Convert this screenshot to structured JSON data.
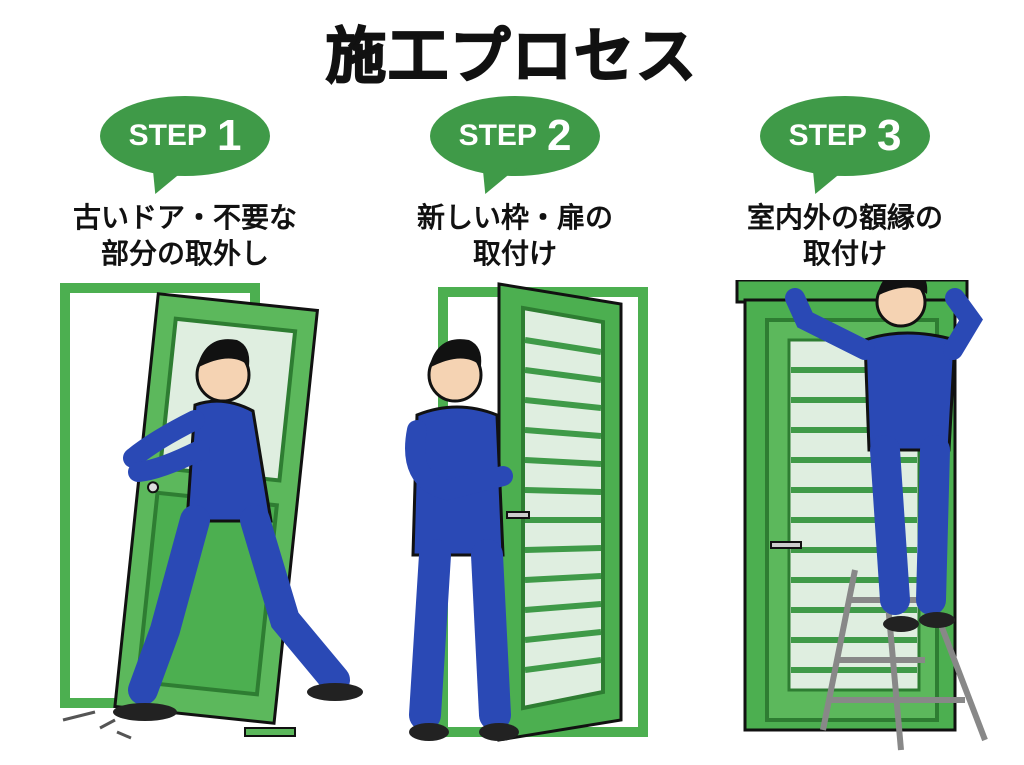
{
  "title": "施工プロセス",
  "colors": {
    "bubble": "#3f9a48",
    "door_green": "#4caf50",
    "door_dark": "#2e7d32",
    "uniform_blue": "#2a49b5",
    "outline": "#111111"
  },
  "steps": [
    {
      "word": "STEP",
      "number": "1",
      "caption_line1": "古いドア・不要な",
      "caption_line2": "部分の取外し"
    },
    {
      "word": "STEP",
      "number": "2",
      "caption_line1": "新しい枠・扉の",
      "caption_line2": "取付け"
    },
    {
      "word": "STEP",
      "number": "3",
      "caption_line1": "室内外の額縁の",
      "caption_line2": "取付け"
    }
  ]
}
